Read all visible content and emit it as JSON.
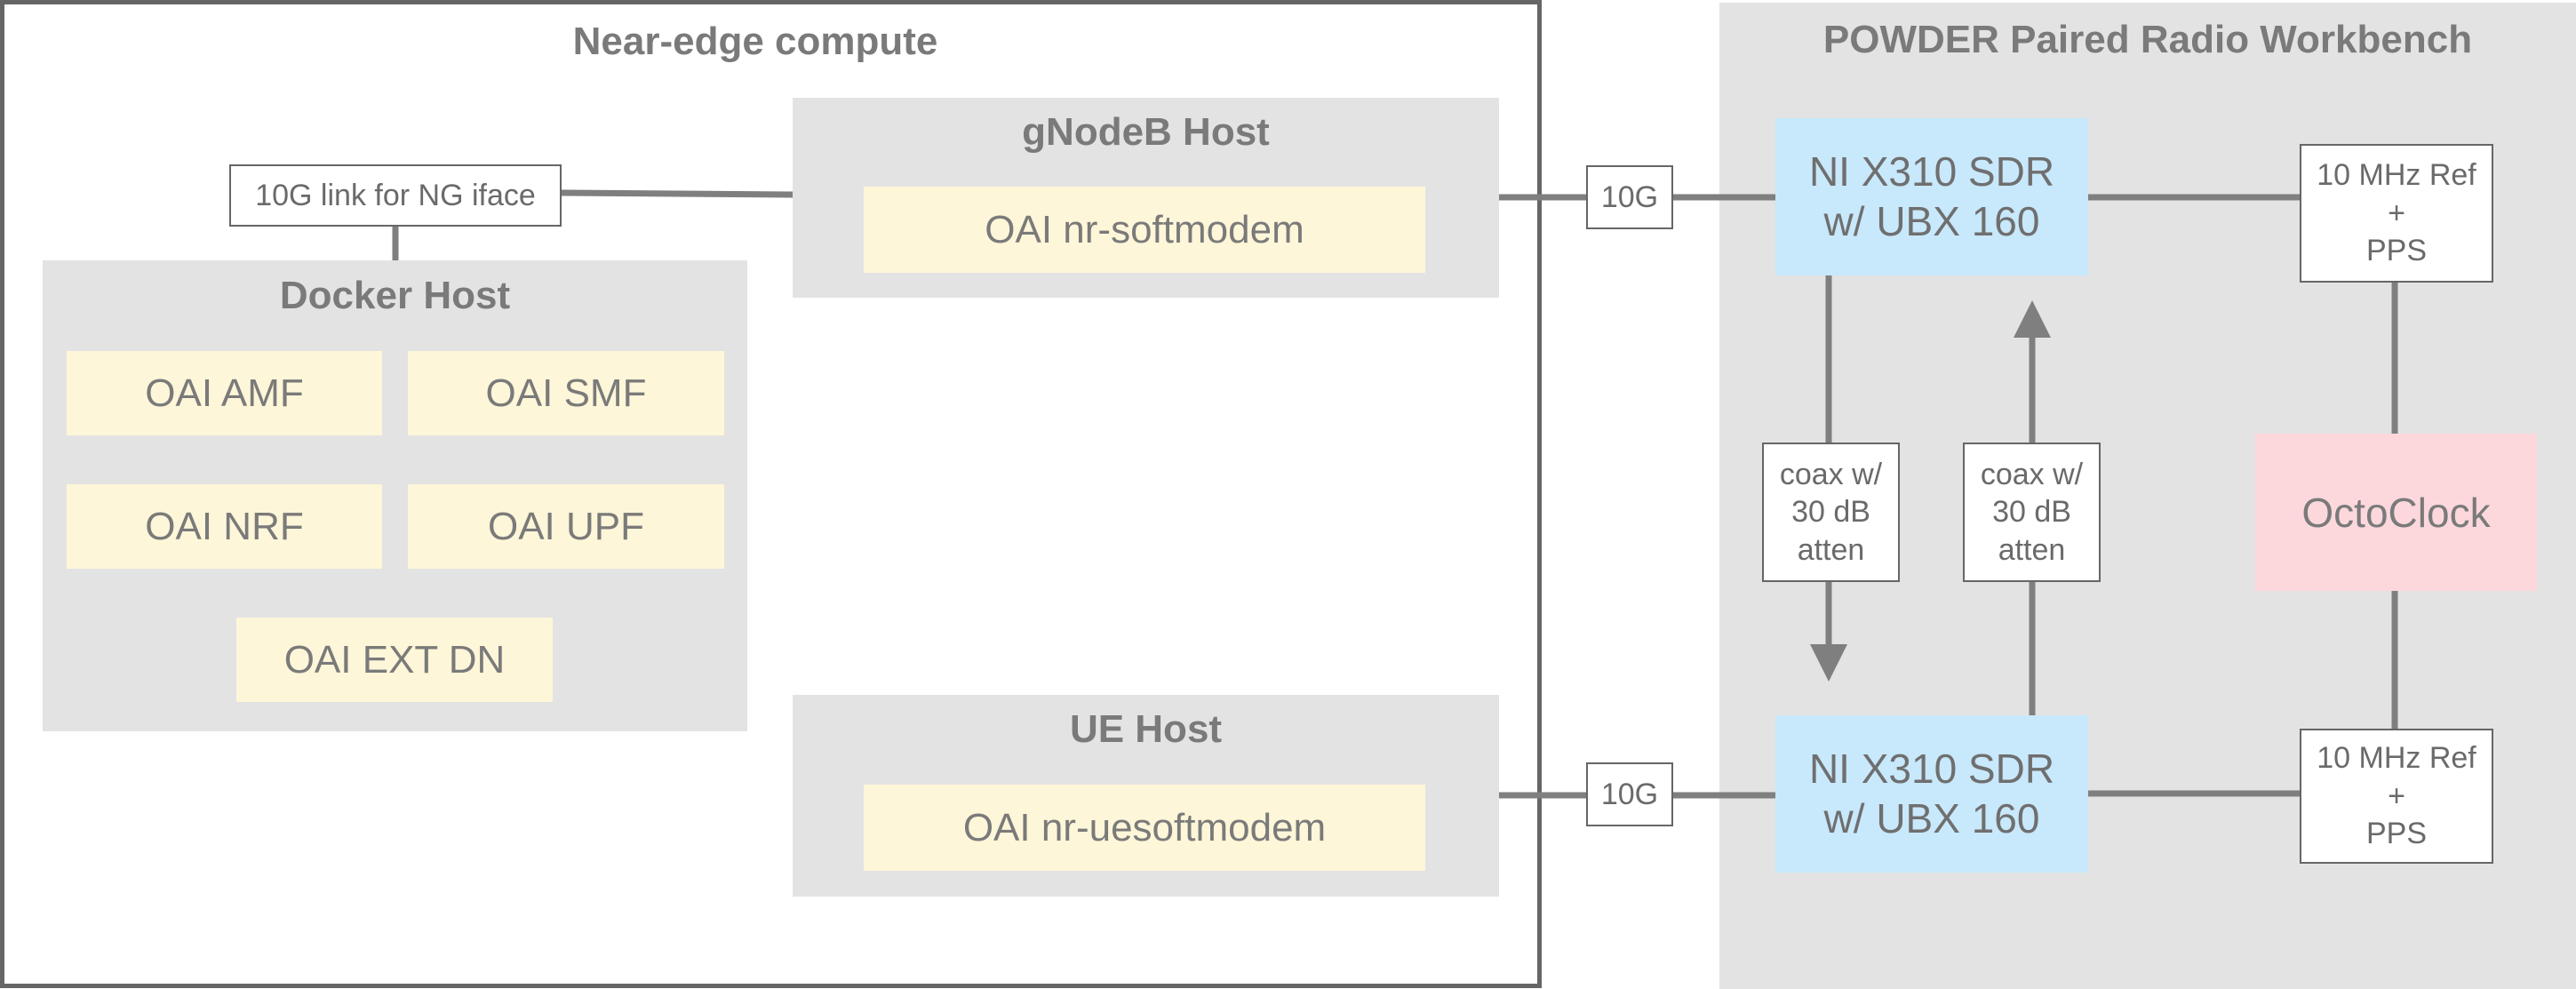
{
  "near_edge": {
    "title": "Near-edge compute"
  },
  "workbench": {
    "title": "POWDER Paired Radio Workbench"
  },
  "ng_link": {
    "label": "10G link for NG iface"
  },
  "docker_host": {
    "title": "Docker Host",
    "functions": {
      "amf": "OAI AMF",
      "smf": "OAI SMF",
      "nrf": "OAI NRF",
      "upf": "OAI UPF",
      "ext_dn": "OAI EXT DN"
    }
  },
  "gnodeb_host": {
    "title": "gNodeB Host",
    "softmodem": "OAI nr-softmodem"
  },
  "ue_host": {
    "title": "UE Host",
    "softmodem": "OAI nr-uesoftmodem"
  },
  "links": {
    "top_10g": "10G",
    "bottom_10g": "10G"
  },
  "sdr_top": {
    "line1": "NI X310 SDR",
    "line2": "w/ UBX 160"
  },
  "sdr_bottom": {
    "line1": "NI X310 SDR",
    "line2": "w/ UBX 160"
  },
  "coax_down": {
    "line1": "coax w/",
    "line2": "30 dB",
    "line3": "atten"
  },
  "coax_up": {
    "line1": "coax w/",
    "line2": "30 dB",
    "line3": "atten"
  },
  "ref_top": {
    "line1": "10 MHz Ref",
    "line2": "+",
    "line3": "PPS"
  },
  "ref_bottom": {
    "line1": "10 MHz Ref",
    "line2": "+",
    "line3": "PPS"
  },
  "octoclock": {
    "label": "OctoClock"
  },
  "colors": {
    "panel_gray": "#e3e3e3",
    "host_function_yellow": "#fef6d8",
    "sdr_blue": "#c8e8fb",
    "octoclock_pink": "#fcd8dd",
    "line_gray": "#7f7f7f"
  }
}
